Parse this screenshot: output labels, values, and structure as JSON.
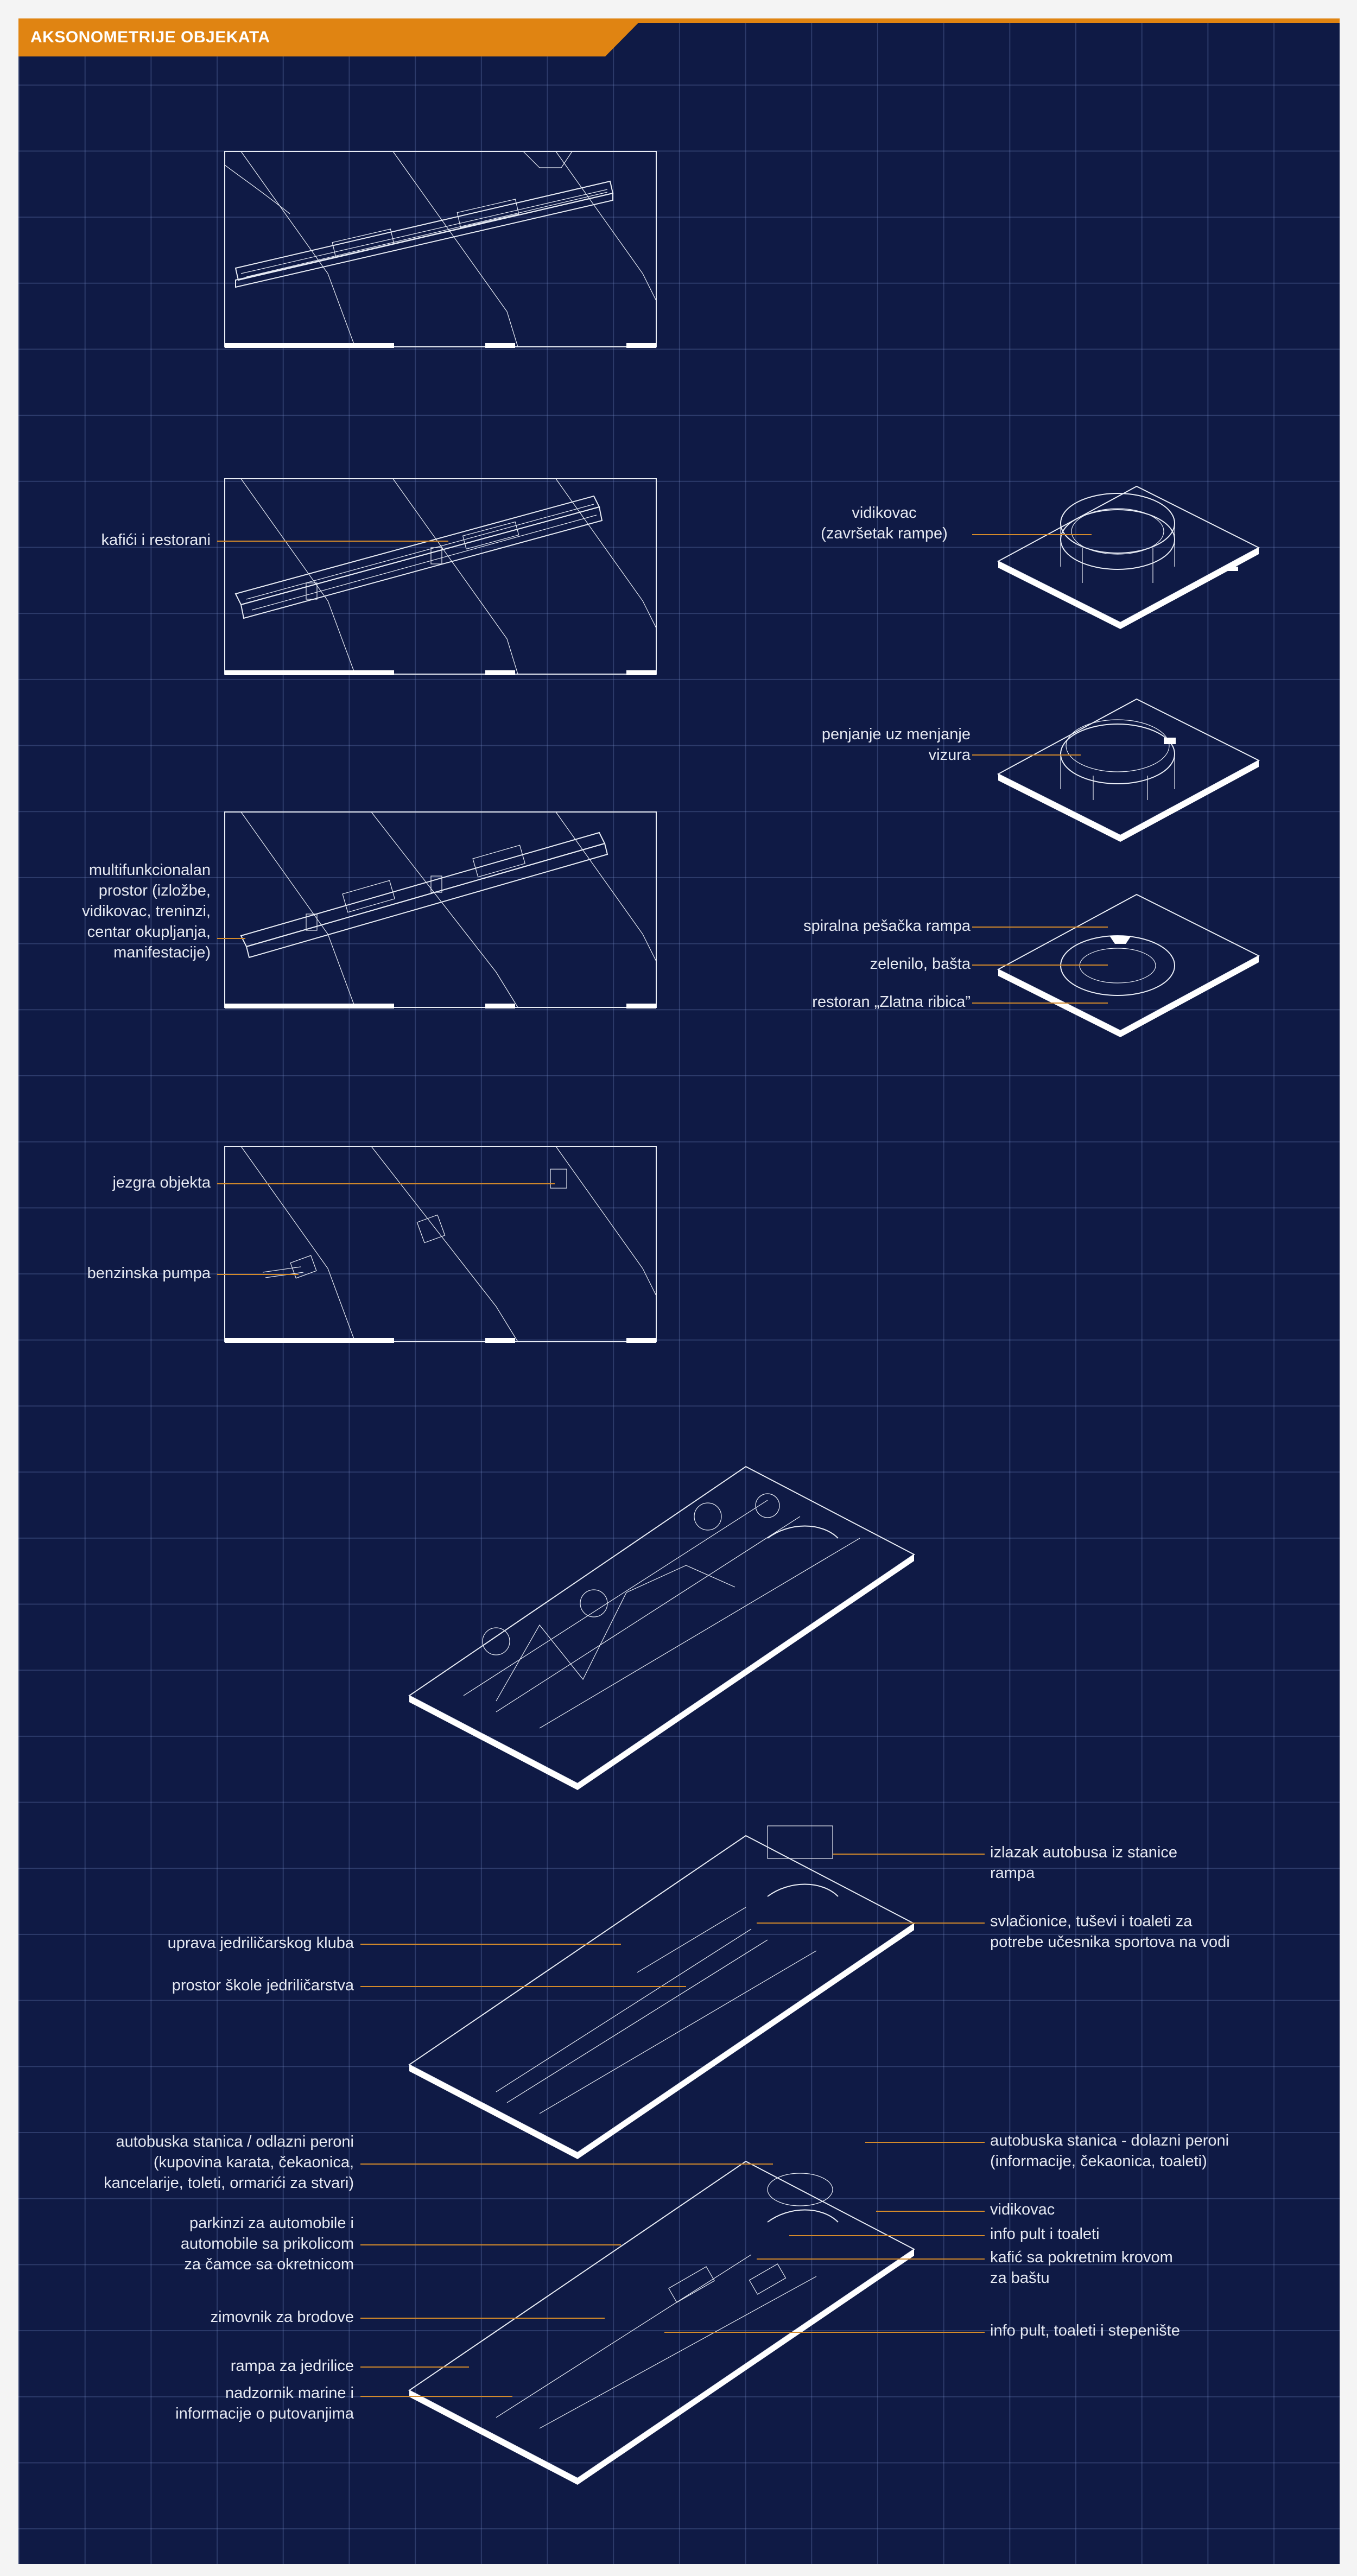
{
  "header": {
    "title": "AKSONOMETRIJE OBJEKATA"
  },
  "labels": {
    "kafici": "kafići i restorani",
    "multifunkcionalan": "multifunkcionalan\nprostor (izložbe,\nvidikovac, treninzi,\ncentar okupljanja,\nmanifestacije)",
    "jezgra": "jezgra objekta",
    "benzinska": "benzinska pumpa",
    "vidikovac_rampa": "vidikovac\n(završetak rampe)",
    "penjanje": "penjanje uz menjanje\nvizura",
    "spiralna": "spiralna pešačka rampa",
    "zelenilo": "zelenilo, bašta",
    "restoran": "restoran „Zlatna ribica”",
    "izlazak": "izlazak autobusa iz stanice\nrampa",
    "svlacionice": "svlačionice, tuševi i toaleti za\npotrebe učesnika sportova na vodi",
    "uprava": "uprava jedriličarskog kluba",
    "skola": "prostor škole jedriličarstva",
    "autobuska_odlazni": "autobuska stanica / odlazni peroni\n(kupovina karata, čekaonica,\nkancelarije, toleti, ormarići za stvari)",
    "parkinzi": "parkinzi za automobile i\nautomobile sa prikolicom\nza čamce sa okretnicom",
    "zimovnik": "zimovnik za brodove",
    "rampa_jedrilice": "rampa za jedrilice",
    "nadzornik": "nadzornik marine i\ninformacije o putovanjima",
    "autobuska_dolazni": "autobuska stanica - dolazni peroni\n(informacije, čekaonica, toaleti)",
    "vidikovac": "vidikovac",
    "info_pult": "info pult i toaleti",
    "kafic_krov": "kafić sa pokretnim krovom\nza baštu",
    "info_stepeniste": "info pult, toaleti i stepenište"
  },
  "colors": {
    "background": "#0f1a45",
    "accent": "#e08412",
    "lines": "#e8ecf5"
  }
}
